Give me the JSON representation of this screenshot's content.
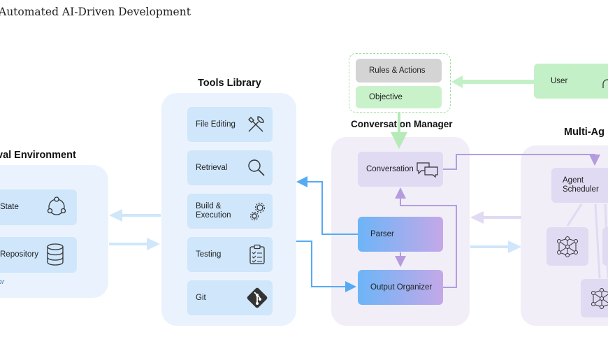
{
  "page_title": "Automated AI-Driven Development",
  "environment": {
    "title": "val Environment",
    "items": [
      {
        "label": "State",
        "icon": "cycle-icon"
      },
      {
        "label": "Repository",
        "icon": "database-icon"
      }
    ],
    "footer": "er"
  },
  "tools_library": {
    "title": "Tools Library",
    "items": [
      {
        "label": "File Editing",
        "icon": "tools-icon"
      },
      {
        "label": "Retrieval",
        "icon": "magnifier-icon"
      },
      {
        "label": "Build &",
        "label2": "Execution",
        "icon": "gears-icon"
      },
      {
        "label": "Testing",
        "icon": "clipboard-icon"
      },
      {
        "label": "Git",
        "icon": "git-icon"
      }
    ]
  },
  "rules_objective": {
    "rules": "Rules & Actions",
    "objective": "Objective"
  },
  "conversation_manager": {
    "title": "Conversation Manager",
    "conversation": "Conversation",
    "parser": "Parser",
    "output_organizer": "Output Organizer"
  },
  "user": {
    "label": "User"
  },
  "multi_agent": {
    "title": "Multi-Ag",
    "scheduler": "Agent",
    "scheduler2": "Scheduler"
  },
  "colors": {
    "blue_arrow": "#56aaf4",
    "lavender_arrow": "#b49cdf",
    "green_arrow": "#b6eab9"
  }
}
